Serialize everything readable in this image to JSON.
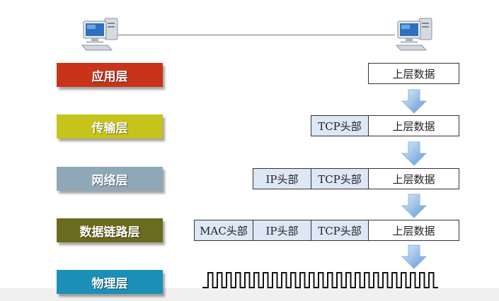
{
  "layers": [
    {
      "label": "应用层",
      "color": "#c8331a"
    },
    {
      "label": "传输层",
      "color": "#c6c31a"
    },
    {
      "label": "网络层",
      "color": "#8fa8b8"
    },
    {
      "label": "数据链路层",
      "color": "#6b6b1d"
    },
    {
      "label": "物理层",
      "color": "#1c8fb8"
    }
  ],
  "segments": {
    "mac_header": "MAC头部",
    "ip_header": "IP头部",
    "tcp_header": "TCP头部",
    "payload": "上层数据"
  },
  "icons": {
    "computer": "computer-icon",
    "arrow": "down-arrow-icon",
    "signal": "square-wave-signal"
  }
}
